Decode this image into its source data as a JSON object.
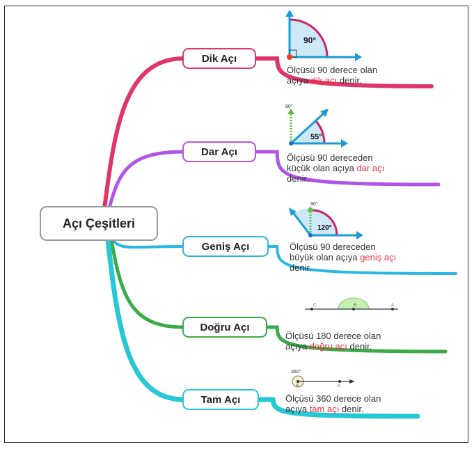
{
  "root": {
    "label": "Açı Çeşitleri"
  },
  "branches": [
    {
      "label": "Dik Açı",
      "color": "#e0356a",
      "desc": {
        "line1": "Ölçüsü 90 derece olan",
        "pre": "açıya ",
        "hl": "dik açı",
        "post": " denir."
      },
      "figure": {
        "angle_label": "90°"
      }
    },
    {
      "label": "Dar Açı",
      "color": "#b055e6",
      "desc": {
        "line1": "Ölçüsü 90 dereceden",
        "pre": "küçük olan açıya ",
        "hl": "dar açı",
        "post": "",
        "line3": "denir."
      },
      "figure": {
        "ref_label": "90°",
        "angle_label": "55°"
      }
    },
    {
      "label": "Geniş Açı",
      "color": "#2ab6e6",
      "desc": {
        "line1": "Ölçüsü 90 dereceden",
        "pre": "büyük olan açıya ",
        "hl": "geniş açı",
        "post": "",
        "line3": "denir."
      },
      "figure": {
        "ref_label": "90°",
        "angle_label": "120°"
      }
    },
    {
      "label": "Doğru Açı",
      "color": "#3aab4a",
      "desc": {
        "line1": "Ölçüsü 180 derece olan",
        "pre": "açıya ",
        "hl": "doğru açı",
        "post": " denir."
      },
      "figure": {
        "left_label": "C",
        "mid_label": "B",
        "right_label": "A"
      }
    },
    {
      "label": "Tam Açı",
      "color": "#27c8d4",
      "desc": {
        "line1": "Ölçüsü 360 derece olan",
        "pre": "açıya ",
        "hl": "tam açı",
        "post": " denir."
      },
      "figure": {
        "angle_label": "360°",
        "vertex_label": "B",
        "point_label": "A"
      }
    }
  ]
}
